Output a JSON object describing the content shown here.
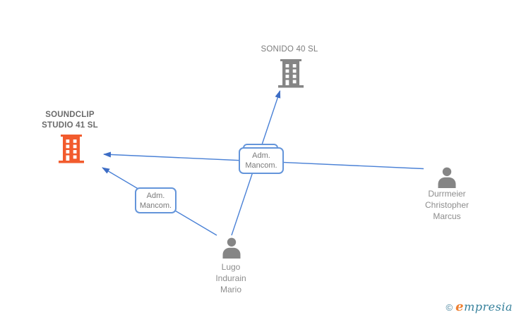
{
  "diagram": {
    "companies": {
      "sonido": {
        "name": "SONIDO 40 SL",
        "lines": [
          "SONIDO 40 SL"
        ],
        "icon": "building-icon",
        "color": "#858585",
        "highlighted": false
      },
      "soundclip": {
        "name": "SOUNDCLIP STUDIO 41 SL",
        "lines": [
          "SOUNDCLIP",
          "STUDIO 41 SL"
        ],
        "icon": "building-icon",
        "color": "#f25b2d",
        "highlighted": true
      }
    },
    "persons": {
      "durrmeier": {
        "name": "Durrmeier Christopher Marcus",
        "lines": [
          "Durrmeier",
          "Christopher",
          "Marcus"
        ],
        "icon": "person-icon",
        "color": "#858585"
      },
      "lugo": {
        "name": "Lugo Indurain Mario",
        "lines": [
          "Lugo",
          "Indurain",
          "Mario"
        ],
        "icon": "person-icon",
        "color": "#858585"
      }
    },
    "edge_labels": [
      {
        "text": "Adm. Mancom.",
        "stacked": true
      },
      {
        "text": "Adm. Mancom.",
        "stacked": false
      }
    ],
    "edges": [
      {
        "from": "Lugo Indurain Mario",
        "to": "SONIDO 40 SL",
        "arrow_at": "to"
      },
      {
        "from": "Lugo Indurain Mario",
        "to": "SOUNDCLIP STUDIO 41 SL",
        "arrow_at": "to"
      },
      {
        "from": "Durrmeier Christopher Marcus",
        "to": "SOUNDCLIP STUDIO 41 SL",
        "arrow_at": "to"
      }
    ],
    "colors": {
      "edge_blue": "#4a81d6",
      "arrowhead_blue": "#3d6dc5",
      "label_border_blue": "#6495da",
      "company_gray": "#858585",
      "company_highlight_orange": "#f25b2d",
      "person_gray": "#858585",
      "node_text_gray": "#8d8d8d"
    }
  },
  "watermark": {
    "copyright_symbol": "©",
    "brand_initial": "e",
    "brand_rest": "mpresia"
  }
}
